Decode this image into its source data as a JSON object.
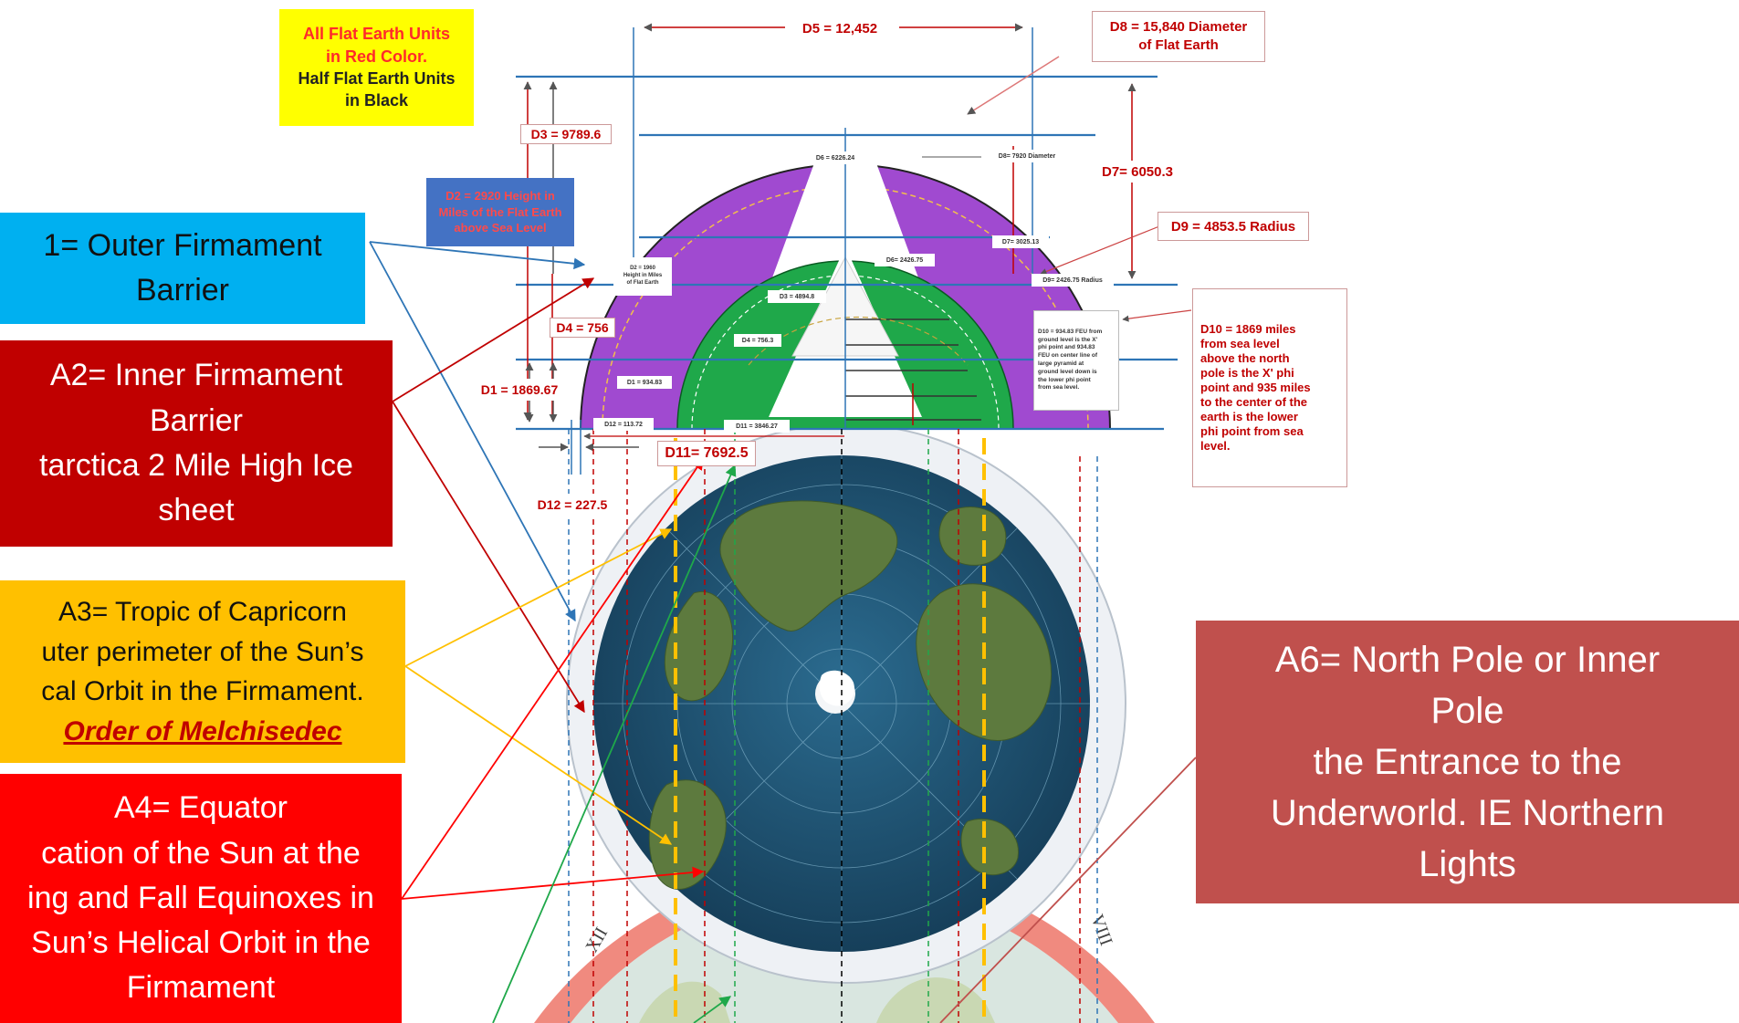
{
  "legend": {
    "line1": "All Flat Earth Units",
    "line2": "in Red Color.",
    "line3": "Half Flat Earth Units",
    "line4": "in Black"
  },
  "callouts": {
    "a1": {
      "line1": "1= Outer Firmament",
      "line2": "Barrier",
      "color": "#00b0f0"
    },
    "a2": {
      "line1": "A2= Inner Firmament",
      "line2": "Barrier",
      "line3": "tarctica 2 Mile High Ice",
      "line4": "sheet",
      "color": "#c00000"
    },
    "a3": {
      "line1": "A3= Tropic of Capricorn",
      "line2": "uter perimeter of the Sun’s",
      "line3": "cal Orbit in the Firmament.",
      "link": "Order of Melchisedec",
      "color": "#ffc000"
    },
    "a4": {
      "line1": "A4= Equator",
      "line2": "cation of the Sun at the",
      "line3": "ing and Fall Equinoxes in",
      "line4": "Sun’s Helical Orbit in the",
      "line5": "Firmament",
      "color": "#ff0000"
    },
    "a6": {
      "line1": "A6= North Pole or Inner",
      "line2": "Pole",
      "line3": "the Entrance to the",
      "line4": "Underworld. IE Northern",
      "line5": "Lights",
      "color": "#c0504d"
    }
  },
  "dimensions": {
    "d5": "D5 = 12,452",
    "d8": {
      "line1": "D8 = 15,840 Diameter",
      "line2": "of Flat Earth"
    },
    "d3": "D3 = 9789.6",
    "d7": "D7= 6050.3",
    "d9": "D9 = 4853.5 Radius",
    "d2": {
      "line1": "D2 = 2920 Height in",
      "line2": "Miles of the Flat Earth",
      "line3": "above Sea Level"
    },
    "d4": "D4 = 756",
    "d1": "D1 = 1869.67",
    "d11": "D11= 7692.5",
    "d12": "D12 = 227.5",
    "d10": {
      "line1": "D10 = 1869 miles",
      "line2": "from sea level",
      "line3": "above the north",
      "line4": "pole is the X' phi",
      "line5": "point and 935 miles",
      "line6": "to the center of the",
      "line7": "earth is the lower",
      "line8": "phi point from sea",
      "line9": "level."
    },
    "small": {
      "d6": "D6 = 6226.24",
      "d8half": "D8= 7920 Diameter",
      "d7half": "D7= 3025.13",
      "d9half": "D9= 2426.75 Radius",
      "d6half": "D6= 2426.75",
      "d3half": "D3 = 4894.8",
      "d4half": "D4 = 756.3",
      "d1half": "D1 = 934.83",
      "d12half": "D12 = 113.72",
      "d11half": "D11 = 3846.27",
      "d2half": {
        "line1": "D2 = 1960",
        "line2": "Height in Miles",
        "line3": "of Flat Earth"
      },
      "d10half": {
        "line1": "D10 = 934.83 FEU from",
        "line2": "ground level is the X'",
        "line3": "phi point and 934.83",
        "line4": "FEU on center line of",
        "line5": "large pyramid at",
        "line6": "ground level down is",
        "line7": "the lower phi point",
        "line8": "from sea level."
      }
    }
  },
  "clock_numerals": {
    "left": "XII",
    "right": "VIII"
  },
  "colors": {
    "purple": "#a04ad0",
    "green": "#1fa84a",
    "ocean": "#1d4f6e",
    "rim": "#e9edf2",
    "blue_lines": "#2e75b6",
    "red_text": "#ff0000"
  }
}
